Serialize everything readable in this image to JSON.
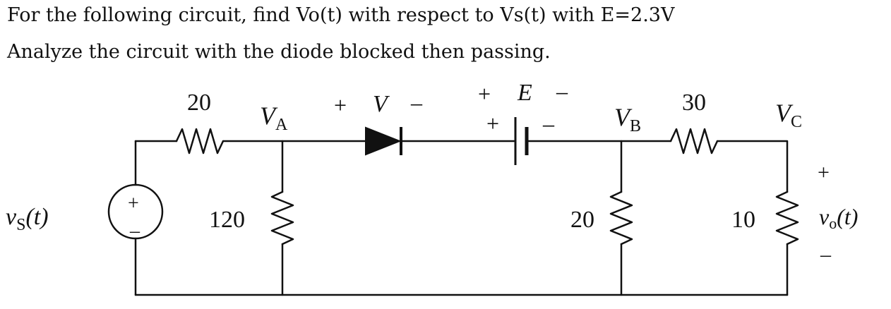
{
  "question": {
    "line1": "For the following circuit, find Vo(t) with respect to Vs(t) with E=2.3V",
    "line2": "Analyze the circuit with the diode blocked then passing."
  },
  "circuit": {
    "r_series_left": "20",
    "r_shunt_a": "120",
    "r_shunt_b": "20",
    "r_series_right": "30",
    "r_load": "10",
    "node_a": {
      "main": "V",
      "sub": "A"
    },
    "node_b": {
      "main": "V",
      "sub": "B"
    },
    "node_c": {
      "main": "V",
      "sub": "C"
    },
    "diode_voltage": {
      "plus": "+",
      "name": "V",
      "minus": "–"
    },
    "battery_label": {
      "plus": "+",
      "name": "E",
      "minus": "–"
    },
    "battery_terminals": {
      "plus": "+",
      "minus": "–"
    },
    "source": {
      "main": "v",
      "sub": "S",
      "arg": "(t)",
      "plus": "+",
      "minus": "–"
    },
    "output": {
      "main": "v",
      "sub": "o",
      "arg": "(t)",
      "plus": "+",
      "minus": "–"
    }
  },
  "colors": {
    "wire": "#111111",
    "background": "#ffffff"
  }
}
